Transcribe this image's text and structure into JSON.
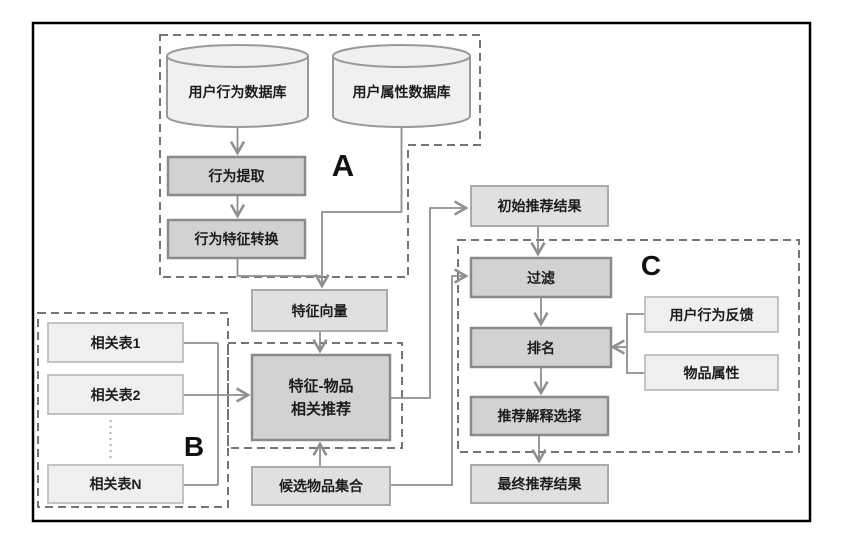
{
  "groups": {
    "a": "A",
    "b": "B",
    "c": "C"
  },
  "nodes": {
    "user_behavior_db": "用户行为数据库",
    "user_attribute_db": "用户属性数据库",
    "behavior_extraction": "行为提取",
    "behavior_feature_transform": "行为特征转换",
    "feature_vector": "特征向量",
    "related_table_1": "相关表1",
    "related_table_2": "相关表2",
    "related_table_n": "相关表N",
    "feature_item_rec_line1": "特征-物品",
    "feature_item_rec_line2": "相关推荐",
    "candidate_item_set": "候选物品集合",
    "initial_rec_results": "初始推荐结果",
    "filter": "过滤",
    "ranking": "排名",
    "rec_explanation_selection": "推荐解释选择",
    "final_rec_results": "最终推荐结果",
    "user_behavior_feedback": "用户行为反馈",
    "item_attributes": "物品属性"
  },
  "colors": {
    "frame": "#000000",
    "line": "#8f8f8f",
    "dash": "#757575",
    "dark-fill": "#d2d2d2",
    "dark-stroke": "#8a8a8a",
    "mid-fill": "#e0e0e0",
    "mid-stroke": "#aaaaaa",
    "light-fill": "#efefef",
    "light-stroke": "#bdbdbd",
    "cyl-fill": "#f0f0f0",
    "cyl-stroke": "#999999"
  }
}
